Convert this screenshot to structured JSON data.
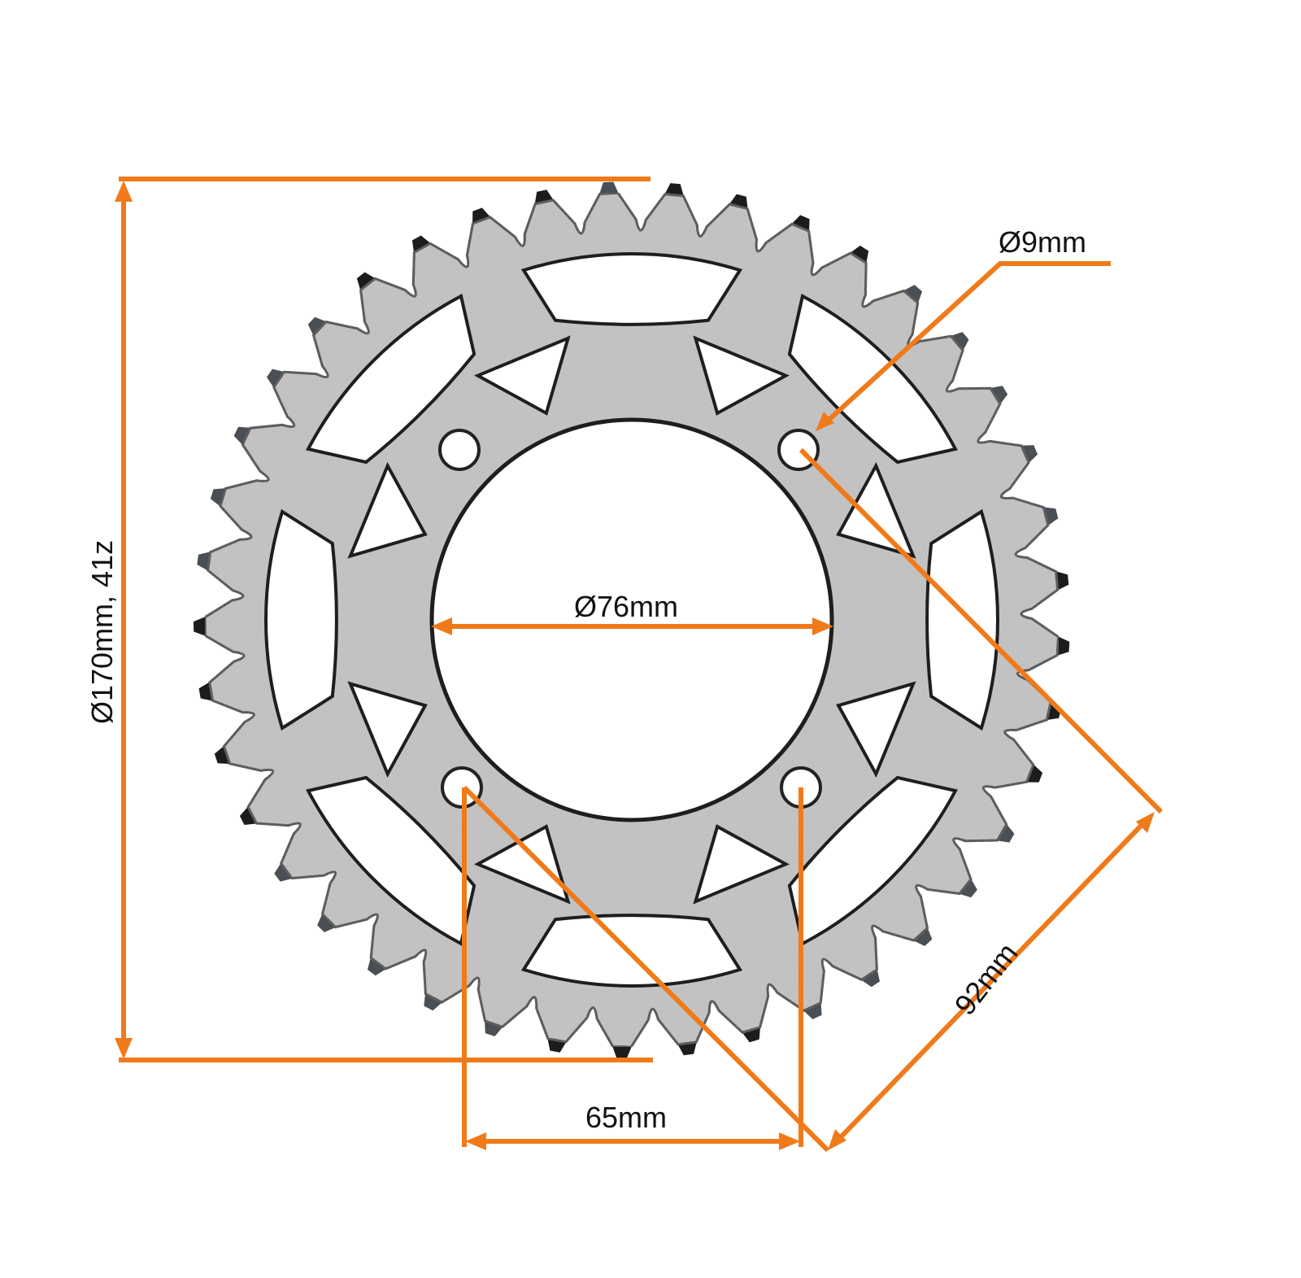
{
  "diagram": {
    "subject": "rear chain sprocket",
    "colors": {
      "dimension_line": "#F07A1A",
      "metal": "#C9C9C9",
      "metal_edge": "#2a2a2a",
      "tooth_tip": "#1c1c1c",
      "background": "#FFFFFF",
      "text": "#111111"
    },
    "dimensions": {
      "outer": {
        "label": "Ø170mm, 41z",
        "value_mm": 170,
        "teeth": 41
      },
      "bolt_hole": {
        "label": "Ø9mm",
        "value_mm": 9
      },
      "center_bore": {
        "label": "Ø76mm",
        "value_mm": 76
      },
      "bolt_spacing_diagonal": {
        "label": "92mm",
        "value_mm": 92
      },
      "bolt_spacing_horizontal": {
        "label": "65mm",
        "value_mm": 65
      }
    },
    "bolt_holes_count": 4
  }
}
